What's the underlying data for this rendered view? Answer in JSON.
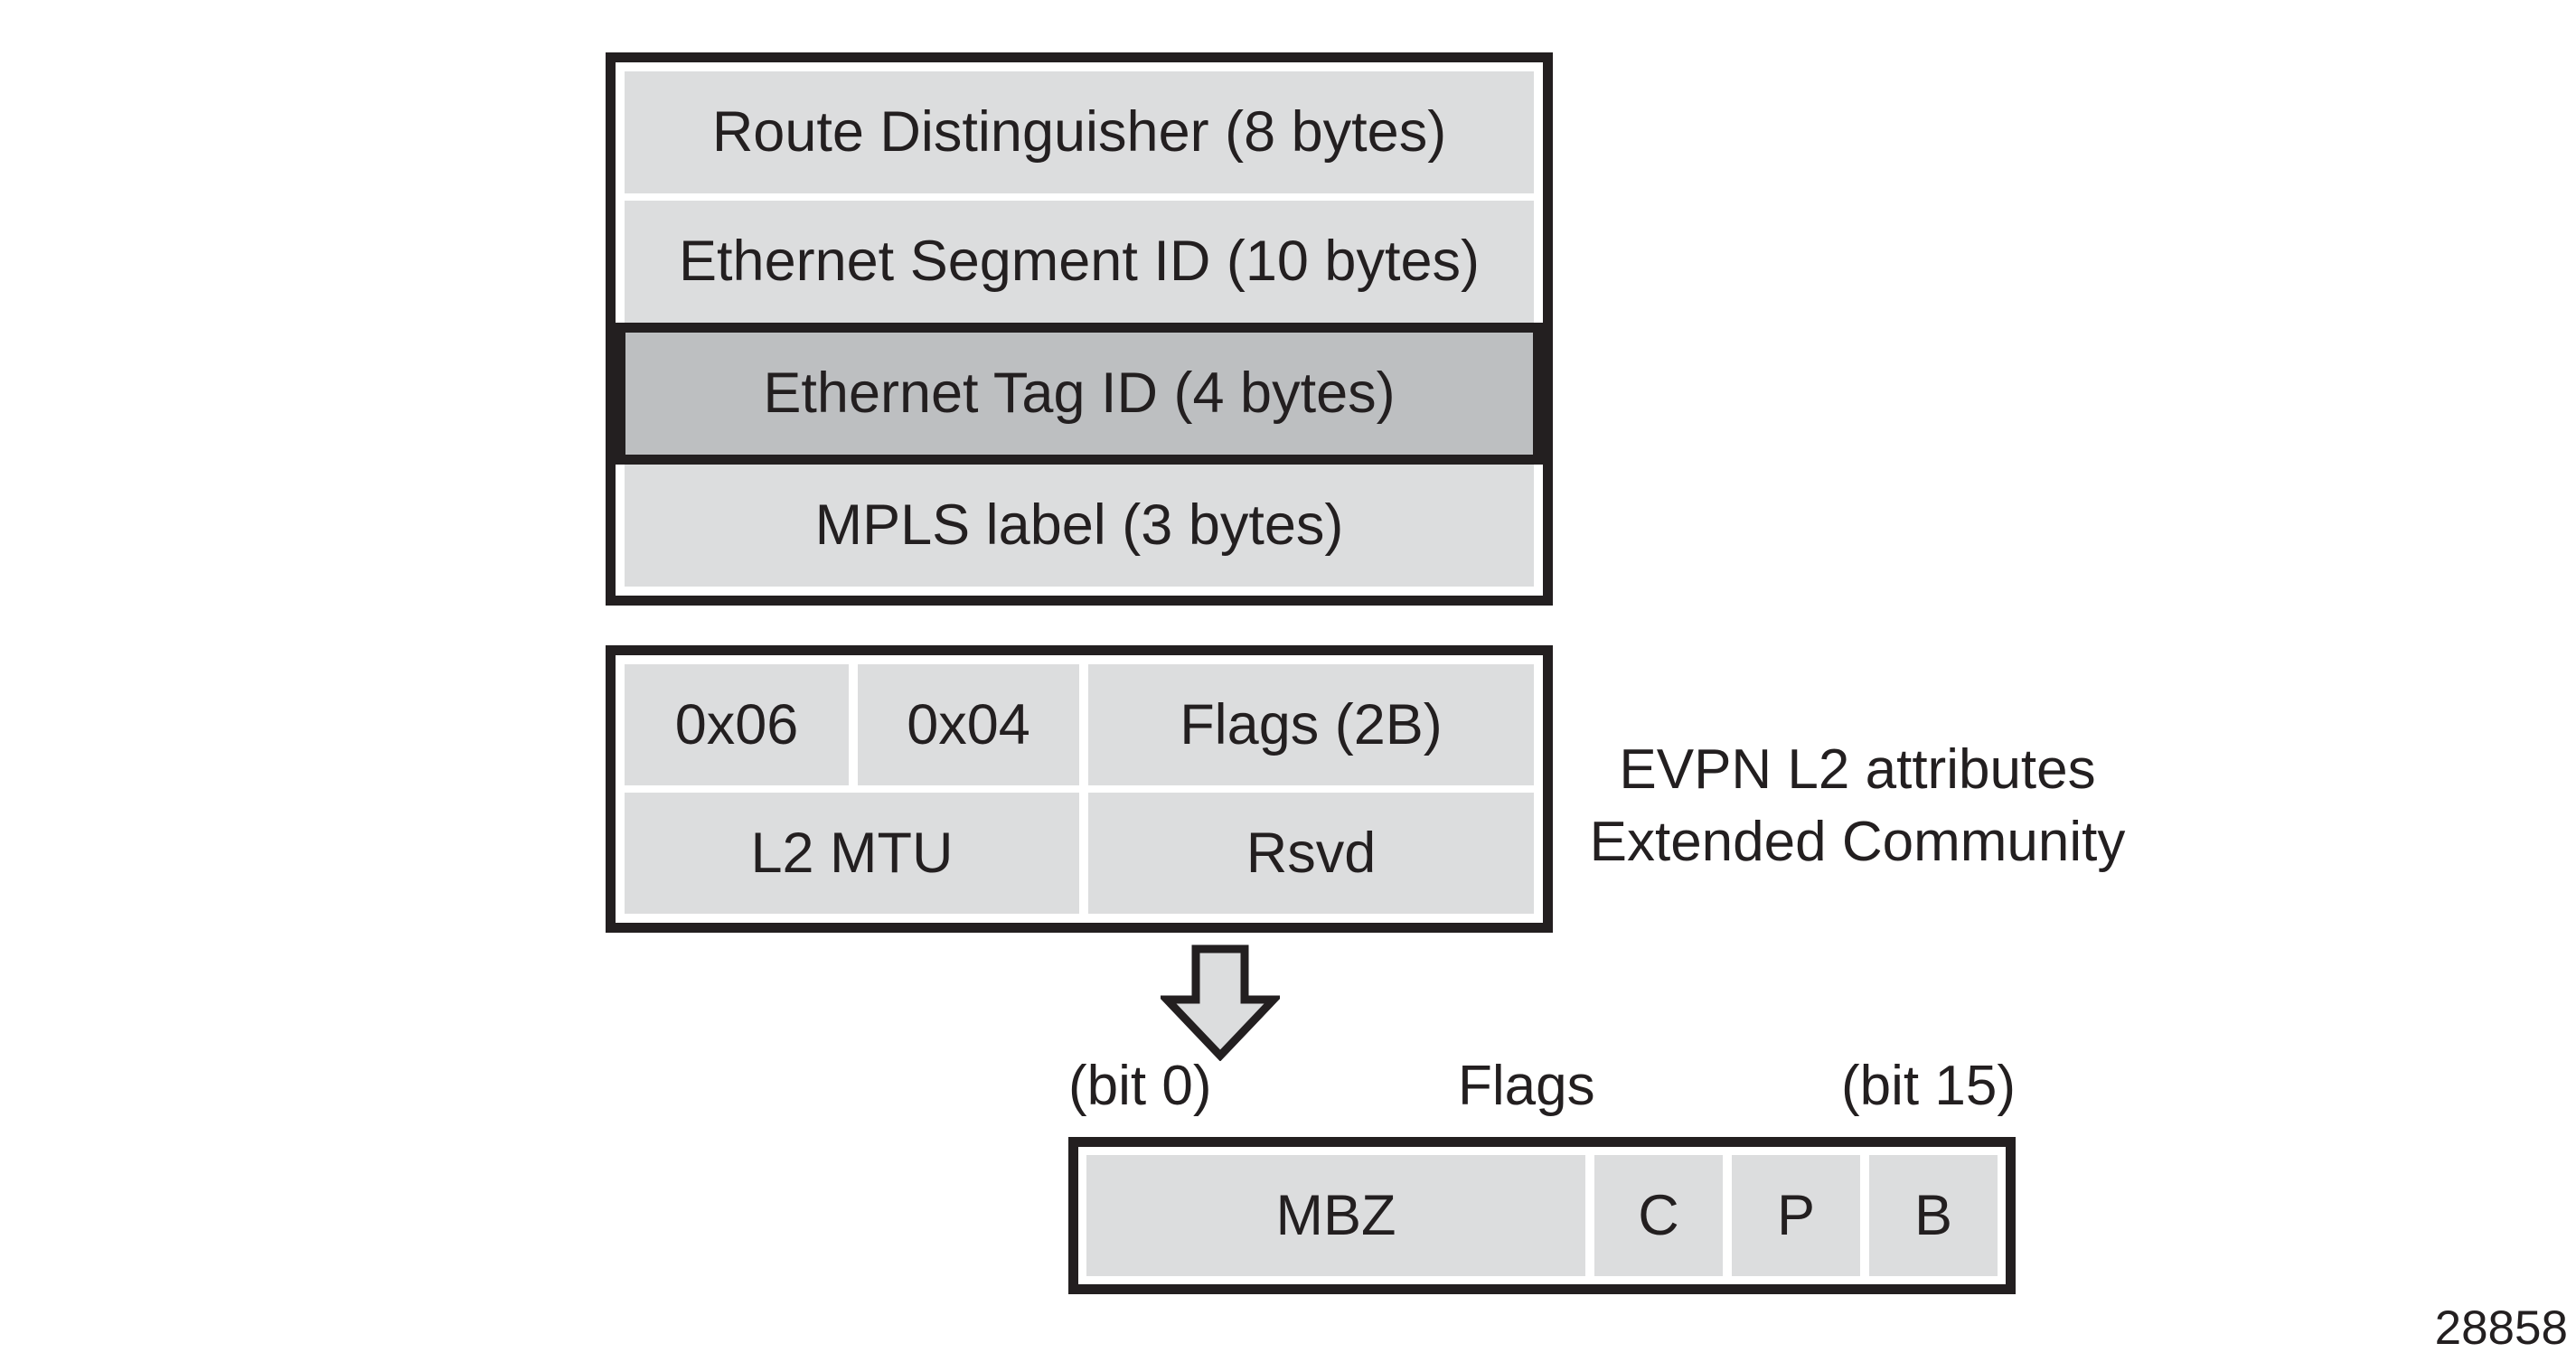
{
  "figure": {
    "number": "28858"
  },
  "colors": {
    "cell_fill": "#dcddde",
    "highlight_fill": "#bdbfc1",
    "line": "#231f20",
    "background": "#ffffff"
  },
  "icons": {
    "down_arrow": "block-arrow-down"
  },
  "route_box": {
    "rows": [
      {
        "label": "Route Distinguisher (8 bytes)",
        "highlighted": false
      },
      {
        "label": "Ethernet Segment ID (10 bytes)",
        "highlighted": false
      },
      {
        "label": "Ethernet Tag ID (4 bytes)",
        "highlighted": true
      },
      {
        "label": "MPLS label (3 bytes)",
        "highlighted": false
      }
    ]
  },
  "extended_community_box": {
    "row1": [
      "0x06",
      "0x04",
      "Flags (2B)"
    ],
    "row2": [
      "L2 MTU",
      "Rsvd"
    ],
    "caption_line1": "EVPN L2 attributes",
    "caption_line2": "Extended Community"
  },
  "flags_box": {
    "bit_start": "(bit 0)",
    "title": "Flags",
    "bit_end": "(bit 15)",
    "cells": [
      "MBZ",
      "C",
      "P",
      "B"
    ]
  }
}
